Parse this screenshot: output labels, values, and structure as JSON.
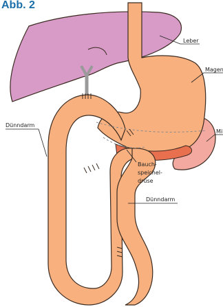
{
  "figure_title": "Abb. 2",
  "labels": {
    "liver": "Leber",
    "stomach": "Magen",
    "spleen": "Milz",
    "small_intestine_left": "Dünndarm",
    "pancreas_line1": "Bauch-",
    "pancreas_line2": "speichel-",
    "pancreas_line3": "drüse",
    "small_intestine_right": "Dünndarm"
  },
  "colors": {
    "title": "#1b6fa8",
    "liver": "#d89bc8",
    "bowel": "#f7b07e",
    "spleen": "#f3a9a0",
    "pancreas": "#e8704f",
    "bile_duct": "#9a9a9a",
    "outline": "#3a2a20"
  }
}
